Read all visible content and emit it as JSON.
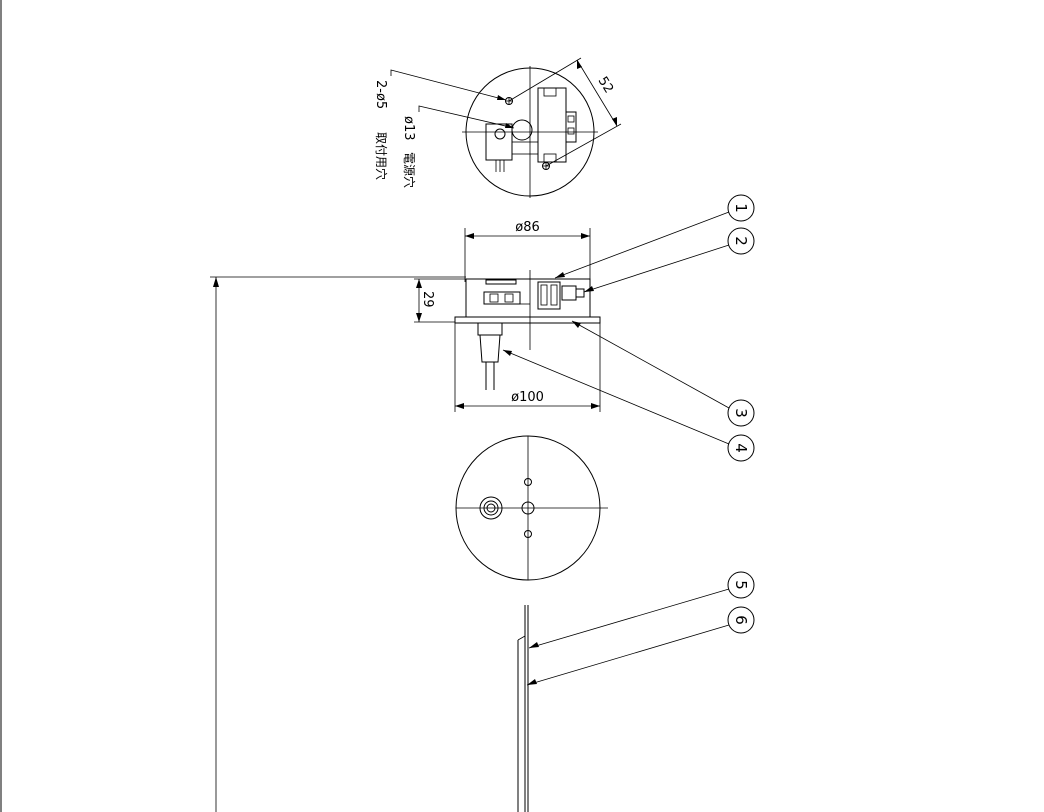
{
  "top_view": {
    "mount_hole_label": "2-ø5",
    "mount_hole_note": "取付用穴",
    "power_hole_label": "ø13",
    "power_hole_note": "電源穴",
    "pitch_dim": "52"
  },
  "side_view": {
    "top_diameter": "ø86",
    "bottom_diameter": "ø100",
    "height": "29"
  },
  "balloons": [
    "1",
    "2",
    "3",
    "4",
    "5",
    "6"
  ]
}
